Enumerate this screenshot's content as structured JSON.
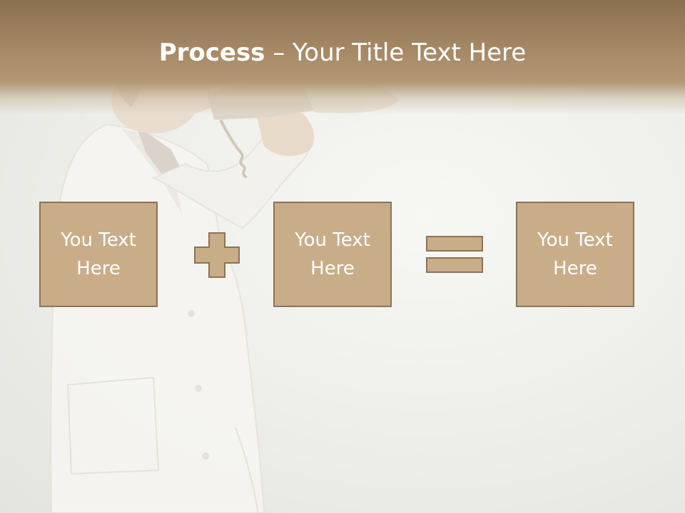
{
  "slide": {
    "title_bold": "Process",
    "title_rest": " – Your Title Text Here"
  },
  "process": {
    "boxes": [
      {
        "line1": "You Text",
        "line2": "Here"
      },
      {
        "line1": "You Text",
        "line2": "Here"
      },
      {
        "line1": "You Text",
        "line2": "Here"
      }
    ],
    "operators": [
      "plus",
      "equals"
    ]
  },
  "colors": {
    "title_band": "#a68a67",
    "box_fill": "#c8ad88",
    "box_border": "#8b7356",
    "title_text": "#ffffff",
    "background": "#efefeb"
  },
  "background_image": "doctor-with-megaphone"
}
